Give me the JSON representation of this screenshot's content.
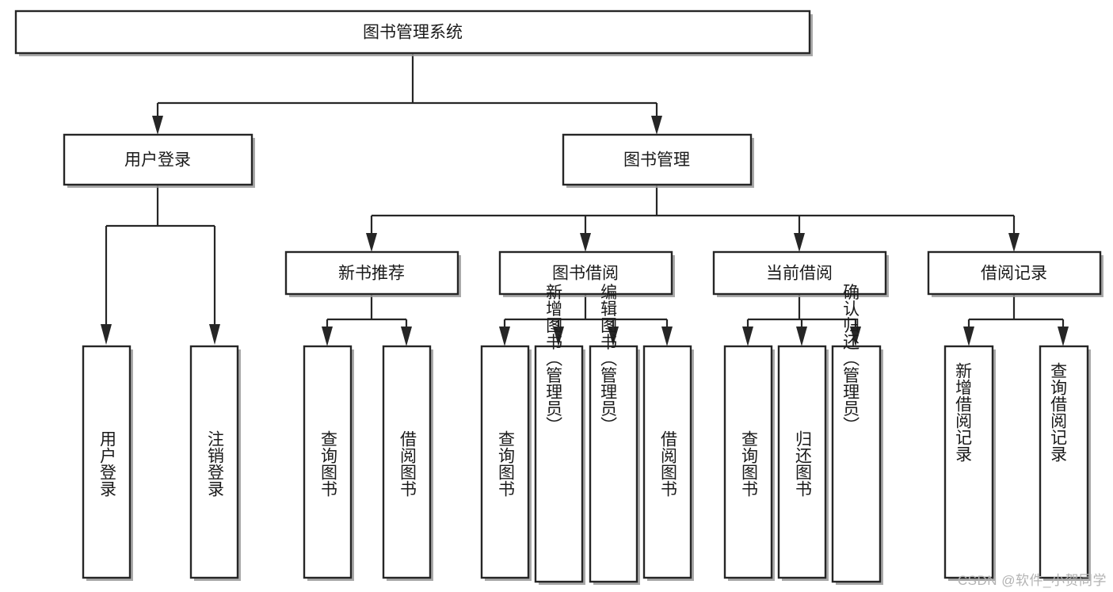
{
  "diagram": {
    "title": "图书管理系统",
    "watermark": "CSDN @软件_小贺同学",
    "colors": {
      "box_stroke": "#262626",
      "box_fill": "#ffffff",
      "shadow": "#9a9a9a",
      "text": "#1a1a1a",
      "watermark": "#b3b3b3",
      "background": "#ffffff"
    },
    "levels": {
      "root": {
        "label": "图书管理系统"
      },
      "level2": [
        {
          "label": "用户登录"
        },
        {
          "label": "图书管理"
        }
      ],
      "level3": [
        {
          "label": "新书推荐"
        },
        {
          "label": "图书借阅"
        },
        {
          "label": "当前借阅"
        },
        {
          "label": "借阅记录"
        }
      ],
      "leaves": {
        "user_login": [
          {
            "label": "用户登录"
          },
          {
            "label": "注销登录"
          }
        ],
        "new_book_recommend": [
          {
            "label": "查询图书"
          },
          {
            "label": "借阅图书"
          }
        ],
        "book_borrow": [
          {
            "label": "查询图书"
          },
          {
            "label": "新增图书（管理员）"
          },
          {
            "label": "编辑图书（管理员）"
          },
          {
            "label": "借阅图书"
          }
        ],
        "current_borrow": [
          {
            "label": "查询图书"
          },
          {
            "label": "归还图书"
          },
          {
            "label": "确认归还（管理员）"
          }
        ],
        "borrow_record": [
          {
            "label": "新增借阅记录"
          },
          {
            "label": "查询借阅记录"
          }
        ]
      }
    }
  }
}
